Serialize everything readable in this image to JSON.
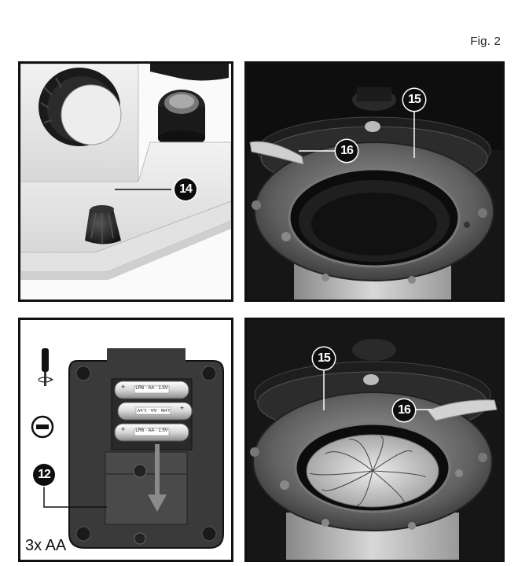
{
  "figure_label": "Fig. 2",
  "panel1": {
    "callout": "14"
  },
  "panel2": {
    "callout_a": "15",
    "callout_b": "16"
  },
  "panel3": {
    "callout": "12",
    "battery_label": "LR6 · AA · 1.5V",
    "battery_label_reversed": "LR6 · AA · 1.5V",
    "plus": "+",
    "caption": "3x AA"
  },
  "panel4": {
    "callout_a": "15",
    "callout_b": "16"
  }
}
